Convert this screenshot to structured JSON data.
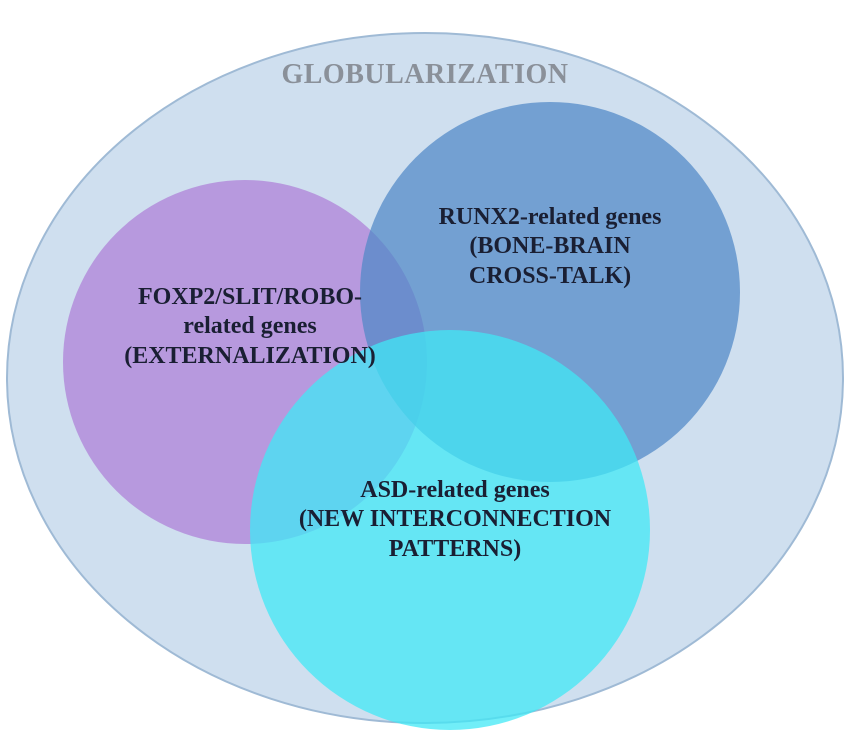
{
  "diagram": {
    "outer_label": "GLOBULARIZATION",
    "sets": [
      {
        "lines": [
          "FOXP2/SLIT/ROBO-",
          "related genes",
          "(EXTERNALIZATION)"
        ]
      },
      {
        "lines": [
          "RUNX2-related genes",
          "(BONE-BRAIN",
          "CROSS-TALK)"
        ]
      },
      {
        "lines": [
          "ASD-related genes",
          "(NEW INTERCONNECTION",
          "PATTERNS)"
        ]
      }
    ]
  },
  "colors": {
    "outer_fill": "#cfdfef",
    "outer_stroke": "#9fbad5",
    "foxp2_fill": "#b085d9",
    "runx2_fill": "#4f88c6",
    "asd_fill": "#3fe8f6",
    "label_text": "#1a1f33",
    "title_text": "#8a9099"
  }
}
